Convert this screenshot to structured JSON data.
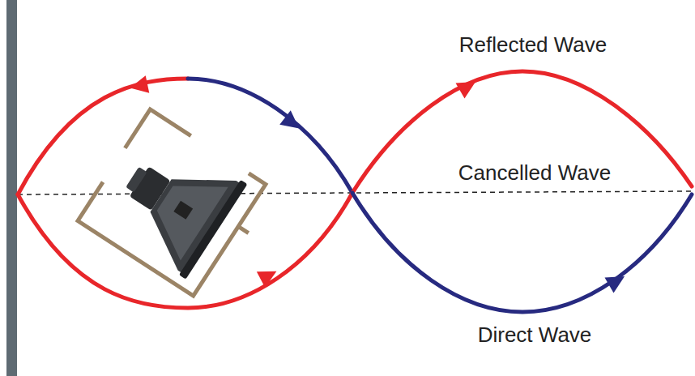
{
  "diagram": {
    "labels": [
      "Reflected Wave",
      "Cancelled Wave",
      "Direct Wave"
    ]
  }
}
